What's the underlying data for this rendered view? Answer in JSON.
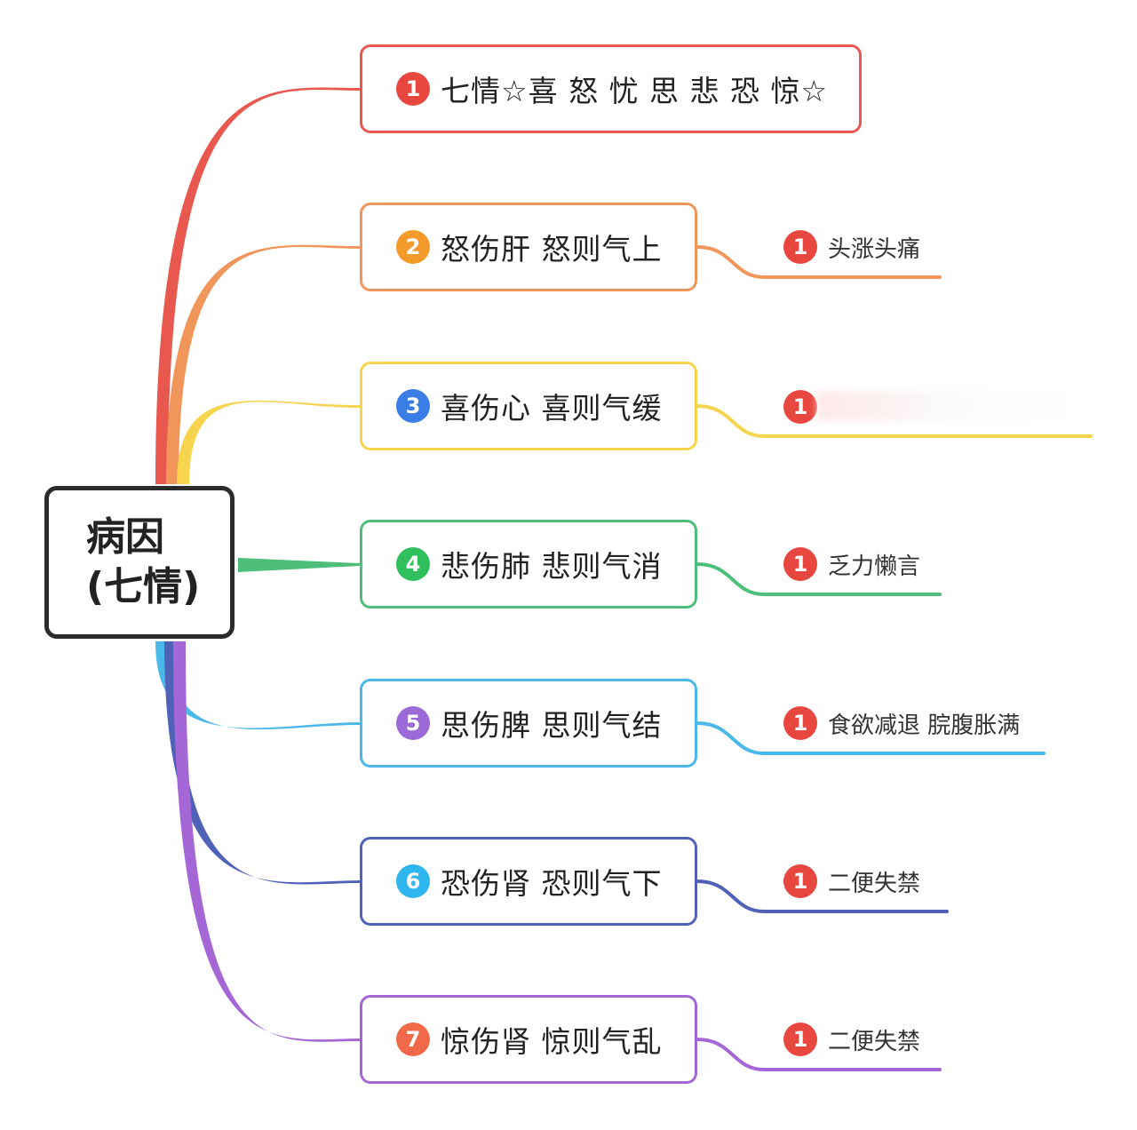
{
  "root": {
    "line1": "病因",
    "line2": "(七情)"
  },
  "branches": [
    {
      "num": "1",
      "label": "七情☆喜 怒 忧 思 悲 恐 惊☆",
      "color": "#e8584f",
      "badge_color": "#e8473f",
      "leaf": null
    },
    {
      "num": "2",
      "label": "怒伤肝 怒则气上",
      "color": "#f0965a",
      "badge_color": "#f39a2a",
      "leaf": {
        "num": "1",
        "label": "头涨头痛"
      }
    },
    {
      "num": "3",
      "label": "喜伤心 喜则气缓",
      "color": "#f7d44e",
      "badge_color": "#3a7de6",
      "leaf": {
        "num": "1",
        "label": ""
      }
    },
    {
      "num": "4",
      "label": "悲伤肺 悲则气消",
      "color": "#4dbf7a",
      "badge_color": "#2fbf5d",
      "leaf": {
        "num": "1",
        "label": "乏力懒言"
      }
    },
    {
      "num": "5",
      "label": "思伤脾 思则气结",
      "color": "#4ab8e8",
      "badge_color": "#9b6ad8",
      "leaf": {
        "num": "1",
        "label": "食欲减退 脘腹胀满"
      }
    },
    {
      "num": "6",
      "label": "恐伤肾 恐则气下",
      "color": "#5062b8",
      "badge_color": "#2fb6ee",
      "leaf": {
        "num": "1",
        "label": "二便失禁"
      }
    },
    {
      "num": "7",
      "label": "惊伤肾 惊则气乱",
      "color": "#a566d6",
      "badge_color": "#f06a4a",
      "leaf": {
        "num": "1",
        "label": "二便失禁"
      }
    }
  ]
}
